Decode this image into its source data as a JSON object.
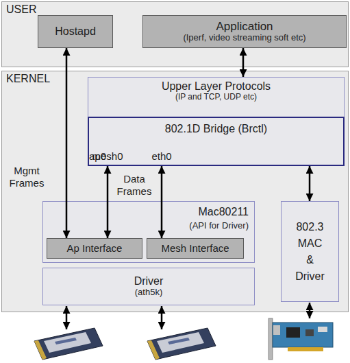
{
  "diagram": {
    "nodes": [
      {
        "text": [
          "USER"
        ]
      },
      {
        "text": [
          "Hostapd"
        ],
        "in": 0
      },
      {
        "text": [
          "Application",
          "(Iperf, video streaming soft etc)"
        ],
        "in": 0
      },
      {
        "text": [
          "KERNEL"
        ]
      },
      {
        "text": [
          "Upper Layer Protocols",
          "(IP and TCP, UDP etc)"
        ],
        "in": 3
      },
      {
        "text": [
          "802.1D Bridge (Brctl)",
          "ap0",
          "mesh0",
          "eth0"
        ],
        "in": 4
      },
      {
        "text": [
          "Mac80211",
          "(API for Driver)"
        ],
        "in": 3
      },
      {
        "text": [
          "Ap Interface"
        ],
        "in": 6
      },
      {
        "text": [
          "Mesh Interface"
        ],
        "in": 6
      },
      {
        "text": [
          "Driver",
          "(ath5k)"
        ],
        "in": 3
      },
      {
        "text": [
          "802.3 MAC & Driver"
        ],
        "in": 3
      }
    ],
    "edges": [
      {
        "from": 1,
        "to": 7,
        "arrow": "both"
      },
      {
        "from": 2,
        "to": 4,
        "arrow": "both"
      },
      {
        "from": 5,
        "to": 7,
        "arrow": "both"
      },
      {
        "from": 5,
        "to": 8,
        "arrow": "both"
      },
      {
        "from": 5,
        "to": 10,
        "arrow": "both"
      }
    ],
    "labels": [
      "Mgmt Frames",
      "Data Frames"
    ]
  }
}
